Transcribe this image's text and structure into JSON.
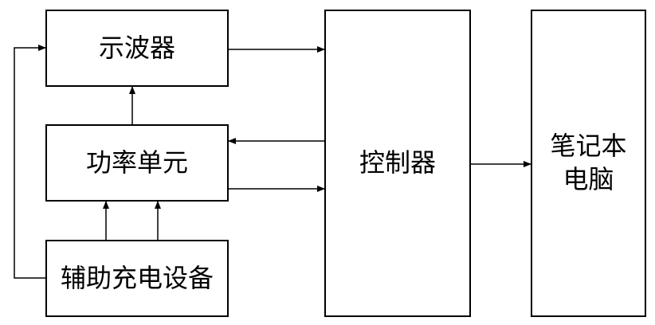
{
  "blocks": {
    "oscilloscope": "示波器",
    "power_unit": "功率单元",
    "aux_charger": "辅助充电设备",
    "controller": "控制器",
    "laptop_line1": "笔记本",
    "laptop_line2": "电脑"
  },
  "colors": {
    "line": "#000000",
    "background": "#ffffff"
  }
}
